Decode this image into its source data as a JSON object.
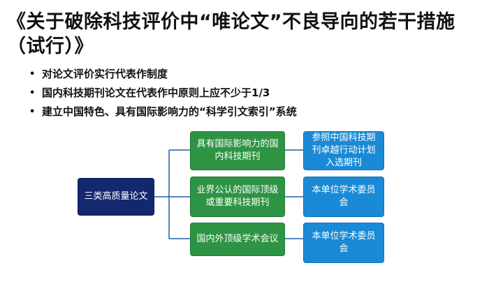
{
  "title": "《关于破除科技评价中“唯论文”不良导向的若干措施（试行）》",
  "bullets": [
    "对论文评价实行代表作制度",
    "国内科技期刊论文在代表作中原则上应不少于1/3",
    "建立中国特色、具有国际影响力的“科学引文索引”系统"
  ],
  "diagram": {
    "root": "三类高质量论文",
    "categories": [
      "具有国际影响力的国内科技期刊",
      "业界公认的国际顶级或重要科技期刊",
      "国内外顶级学术会议"
    ],
    "sources": [
      "参照中国科技期刊卓越行动计划入选期刊",
      "本单位学术委员会",
      "本单位学术委员会"
    ]
  },
  "colors": {
    "root_fill": "#14286e",
    "category_fill": "#2e9444",
    "source_fill": "#1a8ad6",
    "connector": "#1f5fa8"
  }
}
